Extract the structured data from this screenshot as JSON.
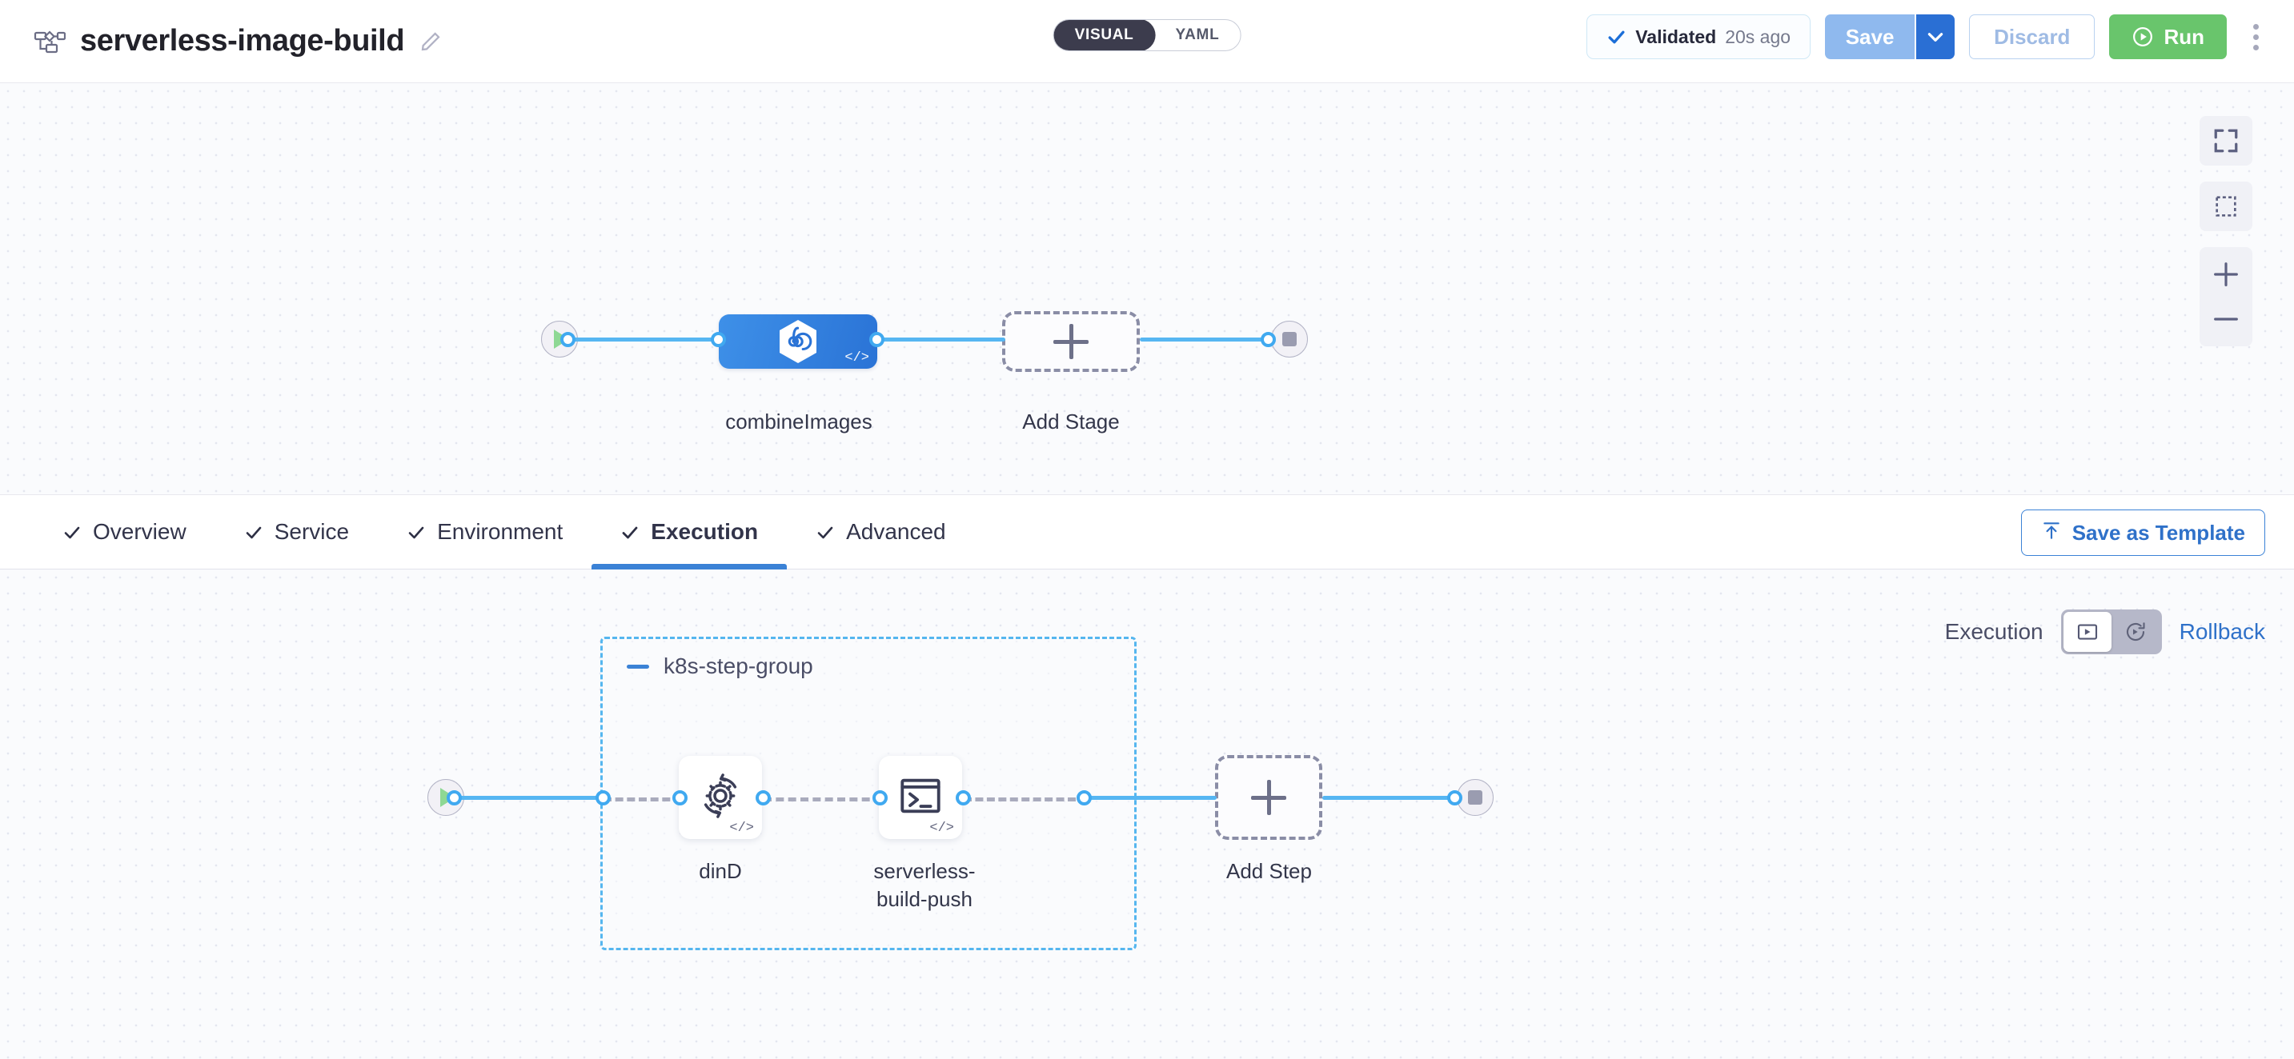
{
  "header": {
    "pipeline_icon": "pipeline-flow-icon",
    "title": "serverless-image-build",
    "edit_icon": "pencil-edit-icon",
    "mode_toggle": {
      "options": [
        "VISUAL",
        "YAML"
      ],
      "selected": "VISUAL"
    },
    "validation": {
      "icon": "check-icon",
      "label": "Validated",
      "time": "20s ago"
    },
    "save": {
      "label": "Save",
      "caret_icon": "chevron-down-icon"
    },
    "discard": {
      "label": "Discard"
    },
    "run": {
      "label": "Run",
      "icon": "play-circle-icon"
    },
    "more_icon": "kebab-menu-icon"
  },
  "stage_canvas": {
    "start_node": {
      "name": "pipeline-start",
      "icon": "play-icon"
    },
    "end_node": {
      "name": "pipeline-end",
      "icon": "stop-square-icon"
    },
    "stages": [
      {
        "label": "combineImages",
        "icon": "harness-cd-hexagon-icon",
        "badge": "code-tag-icon",
        "selected": true
      }
    ],
    "add_stage": {
      "label": "Add Stage",
      "icon": "plus-icon"
    },
    "controls": [
      {
        "name": "fit-to-screen-button",
        "icon": "fit-screen-icon"
      },
      {
        "name": "marquee-select-button",
        "icon": "dashed-select-icon"
      },
      {
        "name": "zoom-in-button",
        "icon": "plus-icon"
      },
      {
        "name": "zoom-out-button",
        "icon": "minus-icon"
      }
    ]
  },
  "tabs": {
    "items": [
      {
        "label": "Overview",
        "checked": true,
        "active": false
      },
      {
        "label": "Service",
        "checked": true,
        "active": false
      },
      {
        "label": "Environment",
        "checked": true,
        "active": false
      },
      {
        "label": "Execution",
        "checked": true,
        "active": true
      },
      {
        "label": "Advanced",
        "checked": true,
        "active": false
      }
    ],
    "save_as_template": {
      "label": "Save as Template",
      "icon": "template-upload-icon"
    }
  },
  "execution": {
    "left_label": "Execution",
    "right_label": "Rollback",
    "toggle": {
      "execution_icon": "execution-play-box-icon",
      "rollback_icon": "rollback-circular-arrow-icon",
      "selected": "Execution"
    },
    "start_node": {
      "name": "execution-start",
      "icon": "play-icon"
    },
    "end_node": {
      "name": "execution-end",
      "icon": "stop-square-icon"
    },
    "step_group": {
      "title": "k8s-step-group",
      "collapse_icon": "minus-collapse-icon",
      "steps": [
        {
          "label": "dinD",
          "icon": "gear-refresh-icon",
          "badge": "code-tag-icon"
        },
        {
          "label": "serverless-build-push",
          "icon": "terminal-shell-icon",
          "badge": "code-tag-icon"
        }
      ]
    },
    "add_step": {
      "label": "Add Step",
      "icon": "plus-icon"
    }
  },
  "colors": {
    "accent_blue": "#3b82d6",
    "link_blue": "#56b6f2",
    "run_green": "#69c56c",
    "stage_blue": "#2a73d6",
    "group_border": "#55b6ef"
  }
}
